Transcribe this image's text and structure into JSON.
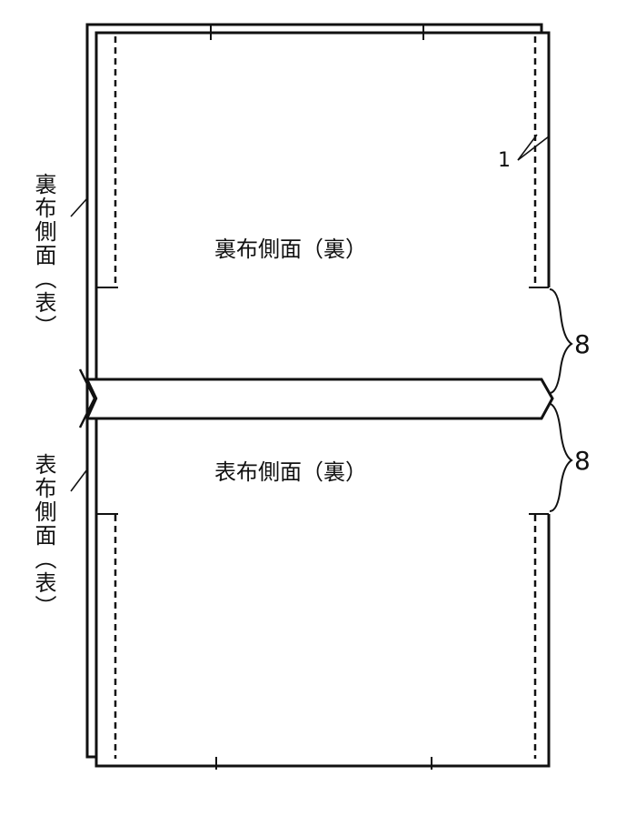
{
  "labels": {
    "upper_panel": "裏布側面（裏）",
    "lower_panel": "表布側面（裏）",
    "left_upper": "裏布側面（表）",
    "left_lower": "表布側面（表）",
    "callout_1": "1",
    "callout_8_top": "8",
    "callout_8_bottom": "8"
  },
  "colors": {
    "ink": "#111111",
    "paper": "#ffffff"
  }
}
